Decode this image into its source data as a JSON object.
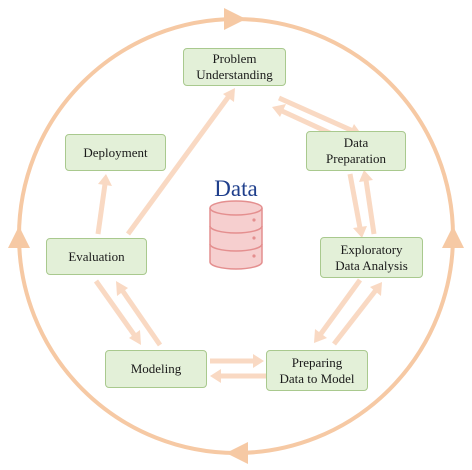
{
  "center": {
    "title": "Data",
    "icon": "database-icon"
  },
  "nodes": {
    "problem_understanding": "Problem\nUnderstanding",
    "data_preparation": "Data\nPreparation",
    "exploratory_data_analysis": "Exploratory\nData Analysis",
    "preparing_data_to_model": "Preparing\nData to Model",
    "modeling": "Modeling",
    "evaluation": "Evaluation",
    "deployment": "Deployment"
  },
  "colors": {
    "cycle_ring": "#f6c9a4",
    "connector": "#f9d9c3",
    "node_fill": "#e3f0d8",
    "node_border": "#a9c98e",
    "database_fill": "#f6cfcf",
    "database_stroke": "#e48f8f",
    "title_text": "#1f3f8c"
  }
}
